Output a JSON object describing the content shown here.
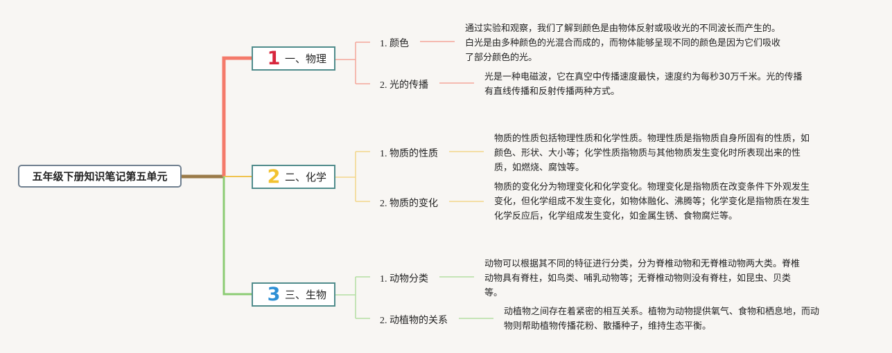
{
  "root": {
    "title": "五年级下册知识笔记第五单元"
  },
  "colors": {
    "physics": "#f47a6a",
    "physics_number": "#d7263d",
    "chemistry": "#f0c34e",
    "chemistry_number": "#f2c230",
    "biology": "#8ccc73",
    "biology_number": "#2d8fd5",
    "root_line": "#9a7a48",
    "box_border": "#4f8b8b"
  },
  "branches": [
    {
      "number": "1",
      "label": "一、物理",
      "topics": [
        {
          "label": "1. 颜色",
          "lines": [
            "通过实验和观察，我们了解到颜色是由物体反射或吸收光的不同波长而产生的。",
            "白光是由多种颜色的光混合而成的，而物体能够呈现不同的颜色是因为它们吸收",
            "了部分颜色的光。"
          ]
        },
        {
          "label": "2. 光的传播",
          "lines": [
            "光是一种电磁波，它在真空中传播速度最快，速度约为每秒30万千米。光的传播",
            "有直线传播和反射传播两种方式。"
          ]
        }
      ]
    },
    {
      "number": "2",
      "label": "二、化学",
      "topics": [
        {
          "label": "1. 物质的性质",
          "lines": [
            "物质的性质包括物理性质和化学性质。物理性质是指物质自身所固有的性质，如",
            "颜色、形状、大小等；化学性质指物质与其他物质发生变化时所表现出来的性",
            "质，如燃烧、腐蚀等。"
          ]
        },
        {
          "label": "2. 物质的变化",
          "lines": [
            "物质的变化分为物理变化和化学变化。物理变化是指物质在改变条件下外观发生",
            "变化，但化学组成不发生变化，如物体融化、沸腾等；化学变化是指物质在发生",
            "化学反应后，化学组成发生变化，如金属生锈、食物腐烂等。"
          ]
        }
      ]
    },
    {
      "number": "3",
      "label": "三、生物",
      "topics": [
        {
          "label": "1. 动物分类",
          "lines": [
            "动物可以根据其不同的特征进行分类，分为脊椎动物和无脊椎动物两大类。脊椎",
            "动物具有脊柱，如鸟类、哺乳动物等；无脊椎动物则没有脊柱，如昆虫、贝类",
            "等。"
          ]
        },
        {
          "label": "2. 动植物的关系",
          "lines": [
            "动植物之间存在着紧密的相互关系。植物为动物提供氧气、食物和栖息地，而动",
            "物则帮助植物传播花粉、散播种子，维持生态平衡。"
          ]
        }
      ]
    }
  ]
}
